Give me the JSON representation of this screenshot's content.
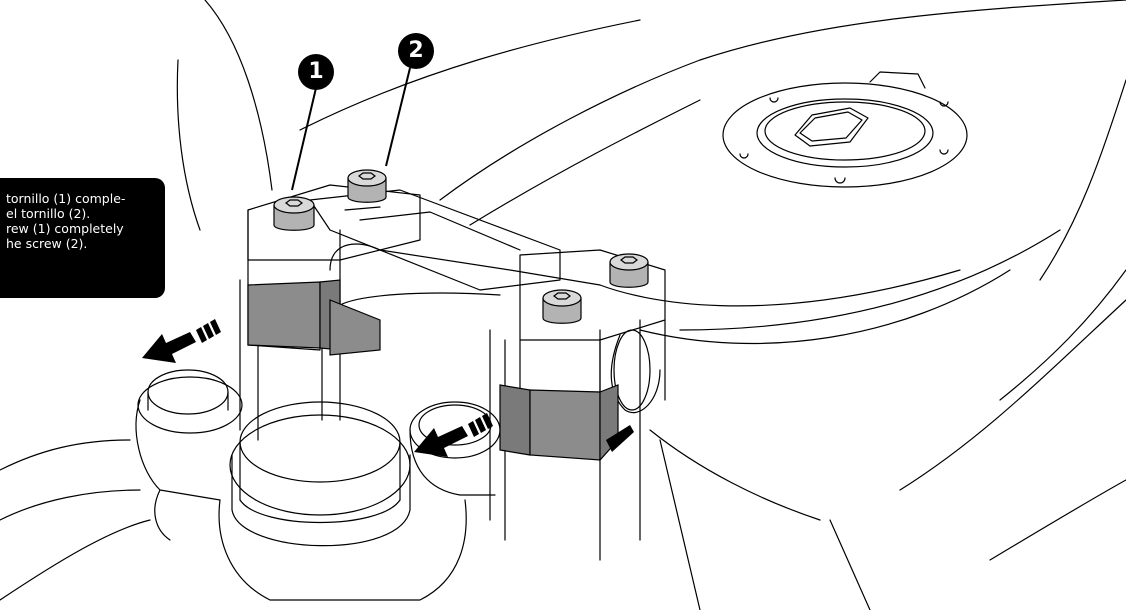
{
  "instruction": {
    "es_line1": "tornillo (1) comple-",
    "es_line2": "el tornillo (2).",
    "en_line1": "rew (1) completely",
    "en_line2": "he screw (2)."
  },
  "markers": [
    {
      "label": "1"
    },
    {
      "label": "2"
    }
  ],
  "colors": {
    "line": "#000000",
    "riser_block": "#8c8c8c",
    "bolt_head": "#b3b3b3",
    "callout_background": "#000000",
    "callout_text": "#ffffff"
  }
}
